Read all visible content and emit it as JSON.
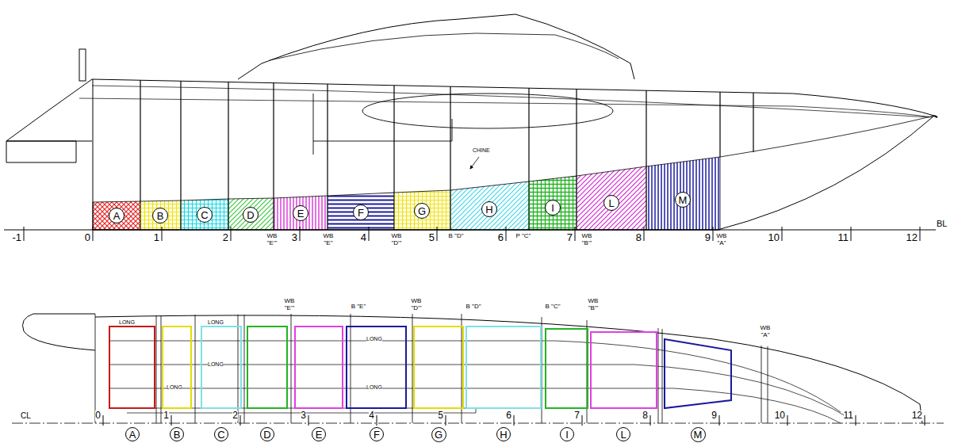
{
  "diagram": {
    "nodes": [
      {
        "text": [
          "A"
        ]
      },
      {
        "text": [
          "B"
        ]
      },
      {
        "text": [
          "C"
        ]
      },
      {
        "text": [
          "D"
        ]
      },
      {
        "text": [
          "E"
        ]
      },
      {
        "text": [
          "F"
        ]
      },
      {
        "text": [
          "G"
        ]
      },
      {
        "text": [
          "H"
        ]
      },
      {
        "text": [
          "I"
        ]
      },
      {
        "text": [
          "L"
        ]
      },
      {
        "text": [
          "M"
        ]
      },
      {
        "text": [
          "A"
        ]
      },
      {
        "text": [
          "B"
        ]
      },
      {
        "text": [
          "C"
        ]
      },
      {
        "text": [
          "D"
        ]
      },
      {
        "text": [
          "E"
        ]
      },
      {
        "text": [
          "F"
        ]
      },
      {
        "text": [
          "G"
        ]
      },
      {
        "text": [
          "H"
        ]
      },
      {
        "text": [
          "I"
        ]
      },
      {
        "text": [
          "L"
        ]
      },
      {
        "text": [
          "M"
        ]
      }
    ],
    "labels": [
      "-1",
      "0",
      "1",
      "2",
      "3",
      "4",
      "5",
      "6",
      "7",
      "8",
      "9",
      "10",
      "11",
      "12",
      "BL",
      "CHINE",
      "WB \"E'\"",
      "WB \"E\"",
      "WB \"D'\"",
      "B \"D\"",
      "P \"C\"",
      "WB \"B'\"",
      "WB \"A\"",
      "WB \"E'\"",
      "B \"E\"",
      "WB \"D'\"",
      "B \"D\"",
      "B \"C\"",
      "WB \"B'\"",
      "WB \"A\"",
      "LONG",
      "LONG",
      "LONG",
      "LONG",
      "LONG",
      "LONG",
      "CL",
      "0",
      "1",
      "2",
      "3",
      "4",
      "5",
      "6",
      "7",
      "8",
      "9",
      "10",
      "11",
      "12"
    ]
  }
}
